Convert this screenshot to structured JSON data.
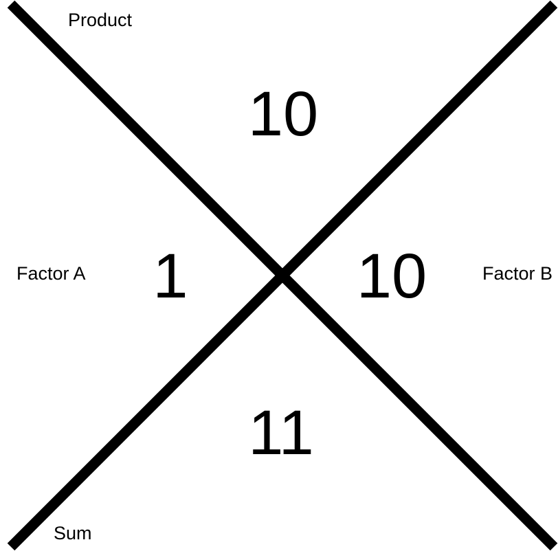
{
  "diagram": {
    "corners": {
      "product_label": "Product",
      "factor_a_label": "Factor A",
      "factor_b_label": "Factor B",
      "sum_label": "Sum"
    },
    "values": {
      "product": "10",
      "factor_a": "1",
      "factor_b": "10",
      "sum": "11"
    },
    "colors": {
      "line": "#000000",
      "background": "#ffffff",
      "text": "#000000"
    }
  }
}
